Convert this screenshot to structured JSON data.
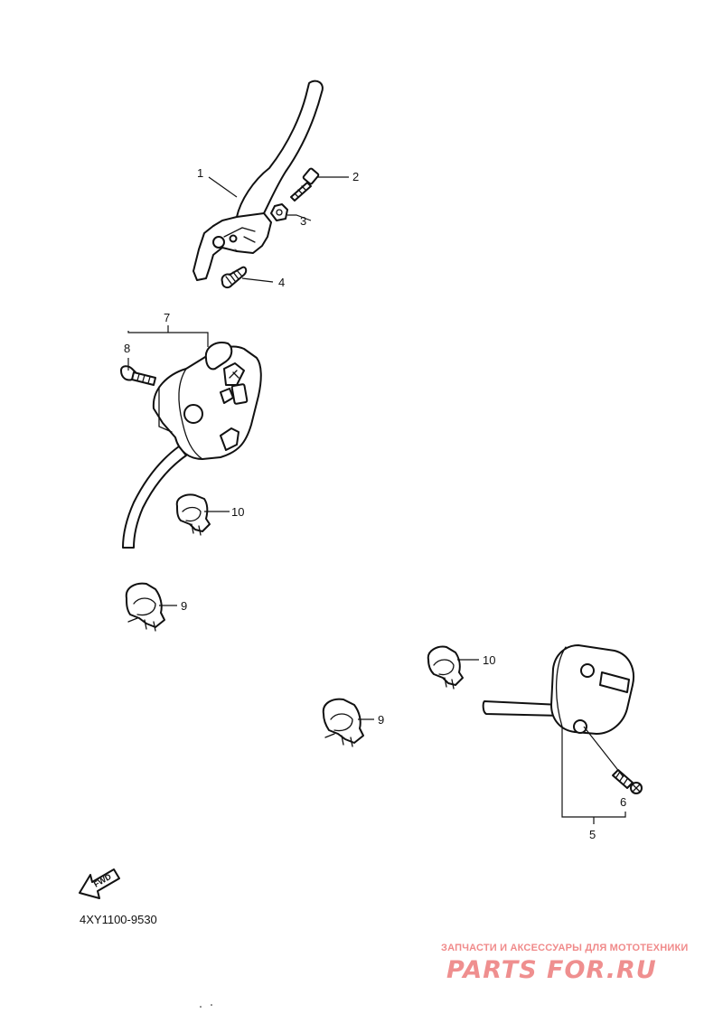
{
  "callouts": {
    "c1": "1",
    "c2": "2",
    "c3": "3",
    "c4": "4",
    "c5": "5",
    "c6": "6",
    "c7": "7",
    "c8": "8",
    "c9a": "9",
    "c9b": "9",
    "c10a": "10",
    "c10b": "10"
  },
  "diagram_code": "4XY1100-9530",
  "fwd_label": "FWD",
  "watermark": {
    "subtitle": "ЗАПЧАСТИ И АКСЕССУАРЫ ДЛЯ МОТОТЕХНИКИ",
    "brand": "PARTS FOR.RU",
    "color": "#ef8f8f"
  }
}
